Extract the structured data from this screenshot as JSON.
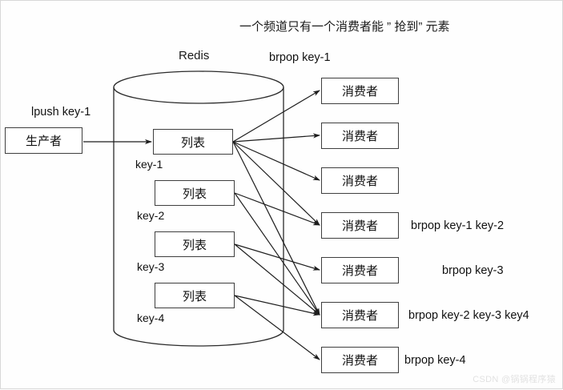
{
  "diagram": {
    "title": "一个频道只有一个消费者能 ” 抢到” 元素",
    "store_label": "Redis",
    "top_command": "brpop key-1",
    "producer_command": "lpush key-1",
    "producer": {
      "label": "生产者"
    },
    "lists": [
      {
        "label": "列表",
        "key": "key-1"
      },
      {
        "label": "列表",
        "key": "key-2"
      },
      {
        "label": "列表",
        "key": "key-3"
      },
      {
        "label": "列表",
        "key": "key-4"
      }
    ],
    "consumers": [
      {
        "label": "消费者",
        "command": ""
      },
      {
        "label": "消费者",
        "command": ""
      },
      {
        "label": "消费者",
        "command": ""
      },
      {
        "label": "消费者",
        "command": "brpop key-1 key-2"
      },
      {
        "label": "消费者",
        "command": "brpop key-3"
      },
      {
        "label": "消费者",
        "command": "brpop key-2 key-3 key4"
      },
      {
        "label": "消费者",
        "command": "brpop key-4"
      }
    ],
    "watermark": "CSDN @锅锅程序猿",
    "colors": {
      "stroke": "#3f3f3f",
      "line": "#1d1d1d",
      "background": "#fefefe",
      "text": "#111111",
      "watermark": "#e2e2e2"
    }
  }
}
